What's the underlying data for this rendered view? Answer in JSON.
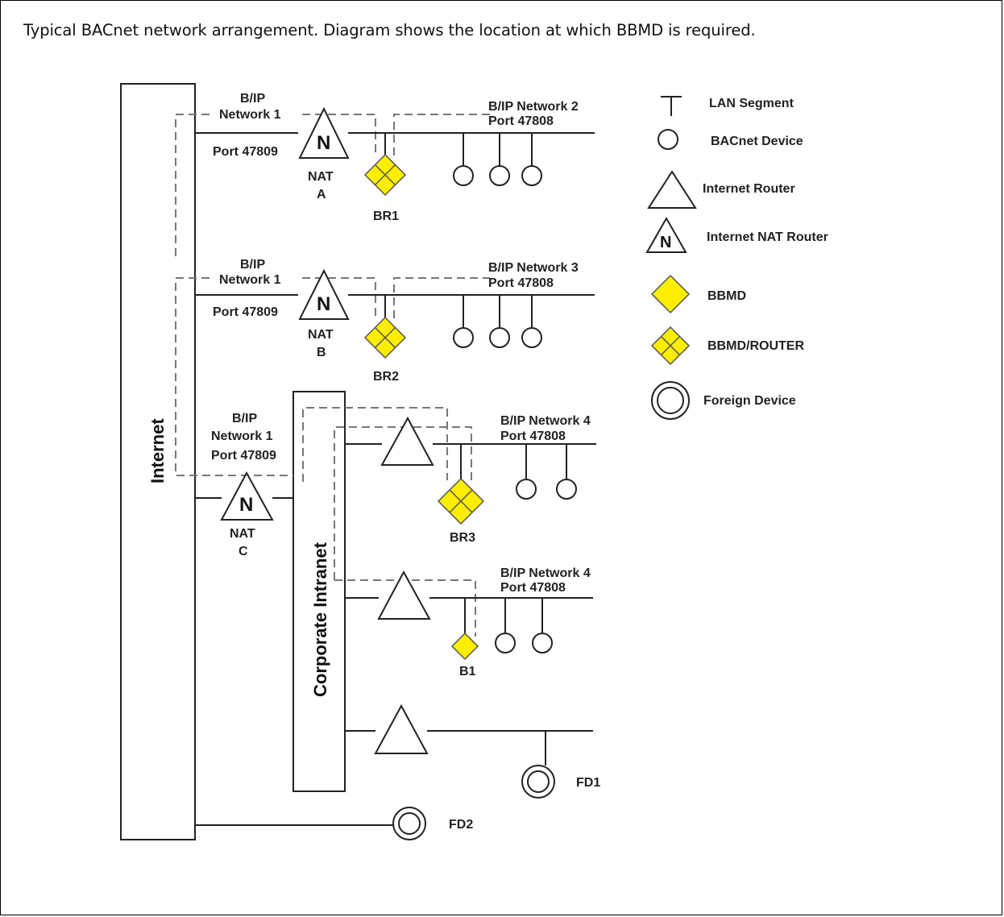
{
  "caption": "Typical BACnet network arrangement. Diagram shows the location at which BBMD is required.",
  "colors": {
    "bbmd_fill": "#ffee00",
    "line": "#222222",
    "dashed": "#777777"
  },
  "diagram": {
    "internet_label": "Internet",
    "intranet_label": "Corporate Intranet",
    "nat_glyph": "N",
    "left_net": {
      "bip": "B/IP",
      "net": "Network 1",
      "port": "Port 47809"
    },
    "nat_a": {
      "line1": "NAT",
      "line2": "A"
    },
    "nat_b": {
      "line1": "NAT",
      "line2": "B"
    },
    "nat_c": {
      "line1": "NAT",
      "line2": "C"
    },
    "net2": {
      "name": "B/IP Network 2",
      "port": "Port 47808"
    },
    "net3": {
      "name": "B/IP Network 3",
      "port": "Port 47808"
    },
    "net4a": {
      "name": "B/IP Network 4",
      "port": "Port 47808"
    },
    "net4b": {
      "name": "B/IP Network 4",
      "port": "Port 47808"
    },
    "br1": "BR1",
    "br2": "BR2",
    "br3": "BR3",
    "b1": "B1",
    "fd1": "FD1",
    "fd2": "FD2"
  },
  "legend": [
    {
      "icon": "lan-segment-icon",
      "label": "LAN Segment"
    },
    {
      "icon": "bacnet-device-icon",
      "label": "BACnet Device"
    },
    {
      "icon": "internet-router-icon",
      "label": "Internet Router"
    },
    {
      "icon": "nat-router-icon",
      "label": "Internet NAT Router"
    },
    {
      "icon": "bbmd-icon",
      "label": "BBMD"
    },
    {
      "icon": "bbmd-router-icon",
      "label": "BBMD/ROUTER"
    },
    {
      "icon": "foreign-device-icon",
      "label": "Foreign Device"
    }
  ]
}
